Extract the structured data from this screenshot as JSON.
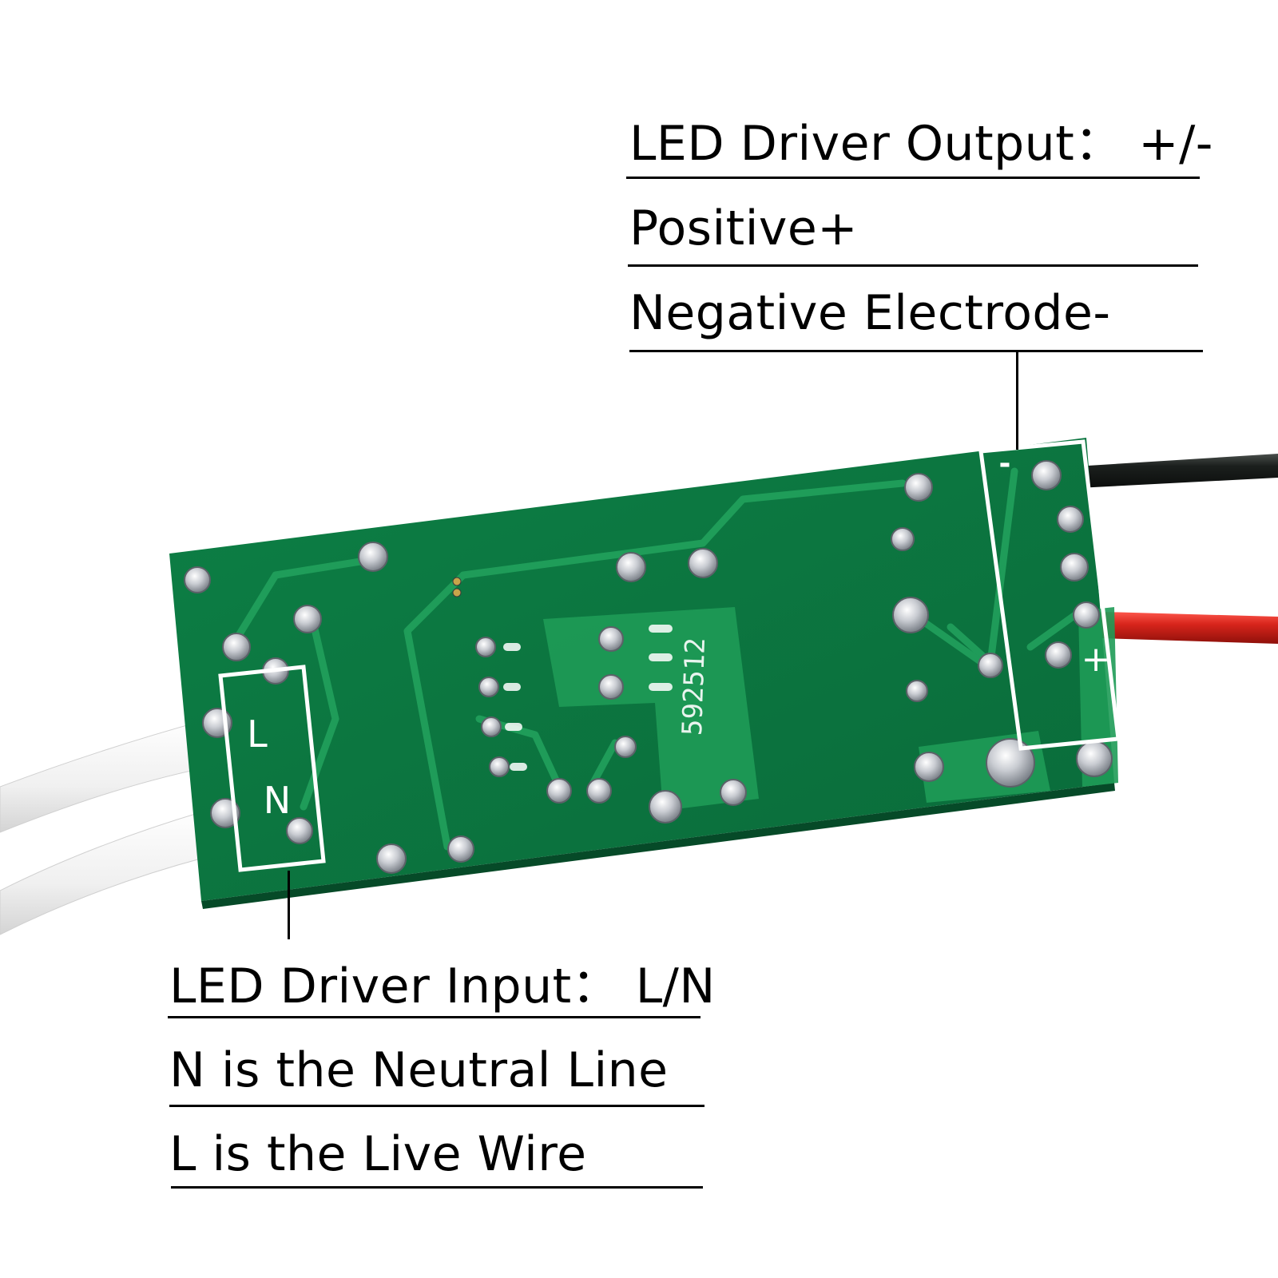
{
  "output_block": {
    "heading": "LED Driver Output：  +/-",
    "positive": "Positive+",
    "negative": "Negative Electrode-"
  },
  "input_block": {
    "heading": "LED Driver Input：  L/N",
    "neutral": "N is the Neutral Line",
    "live": "L is the Live Wire"
  },
  "board_marks": {
    "live": "L",
    "neutral": "N",
    "minus": "-",
    "plus": "+",
    "part_code": "592512"
  },
  "colors": {
    "board": "#0f7a43",
    "trace": "#1f9a58",
    "solder": "#c9ccd2",
    "wire_black": "#1b1f1d",
    "wire_red": "#d8251c",
    "wire_white": "#f2f2f2"
  }
}
